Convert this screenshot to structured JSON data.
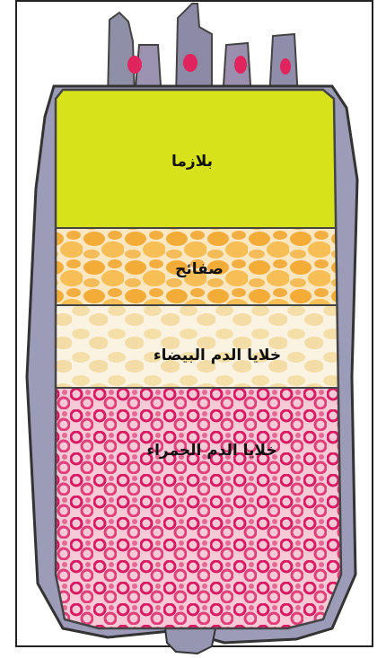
{
  "layers": [
    {
      "id": "plasma",
      "label": "بلازما",
      "color": "#d8e21a"
    },
    {
      "id": "platelets",
      "label": "صفائح",
      "color": "#f2b13a"
    },
    {
      "id": "white-cells",
      "label": "خلايا الدم البيضاء",
      "color": "#f3dfa2"
    },
    {
      "id": "red-cells",
      "label": "خلايا الدم الحمراء",
      "color": "#e23a7a"
    }
  ]
}
